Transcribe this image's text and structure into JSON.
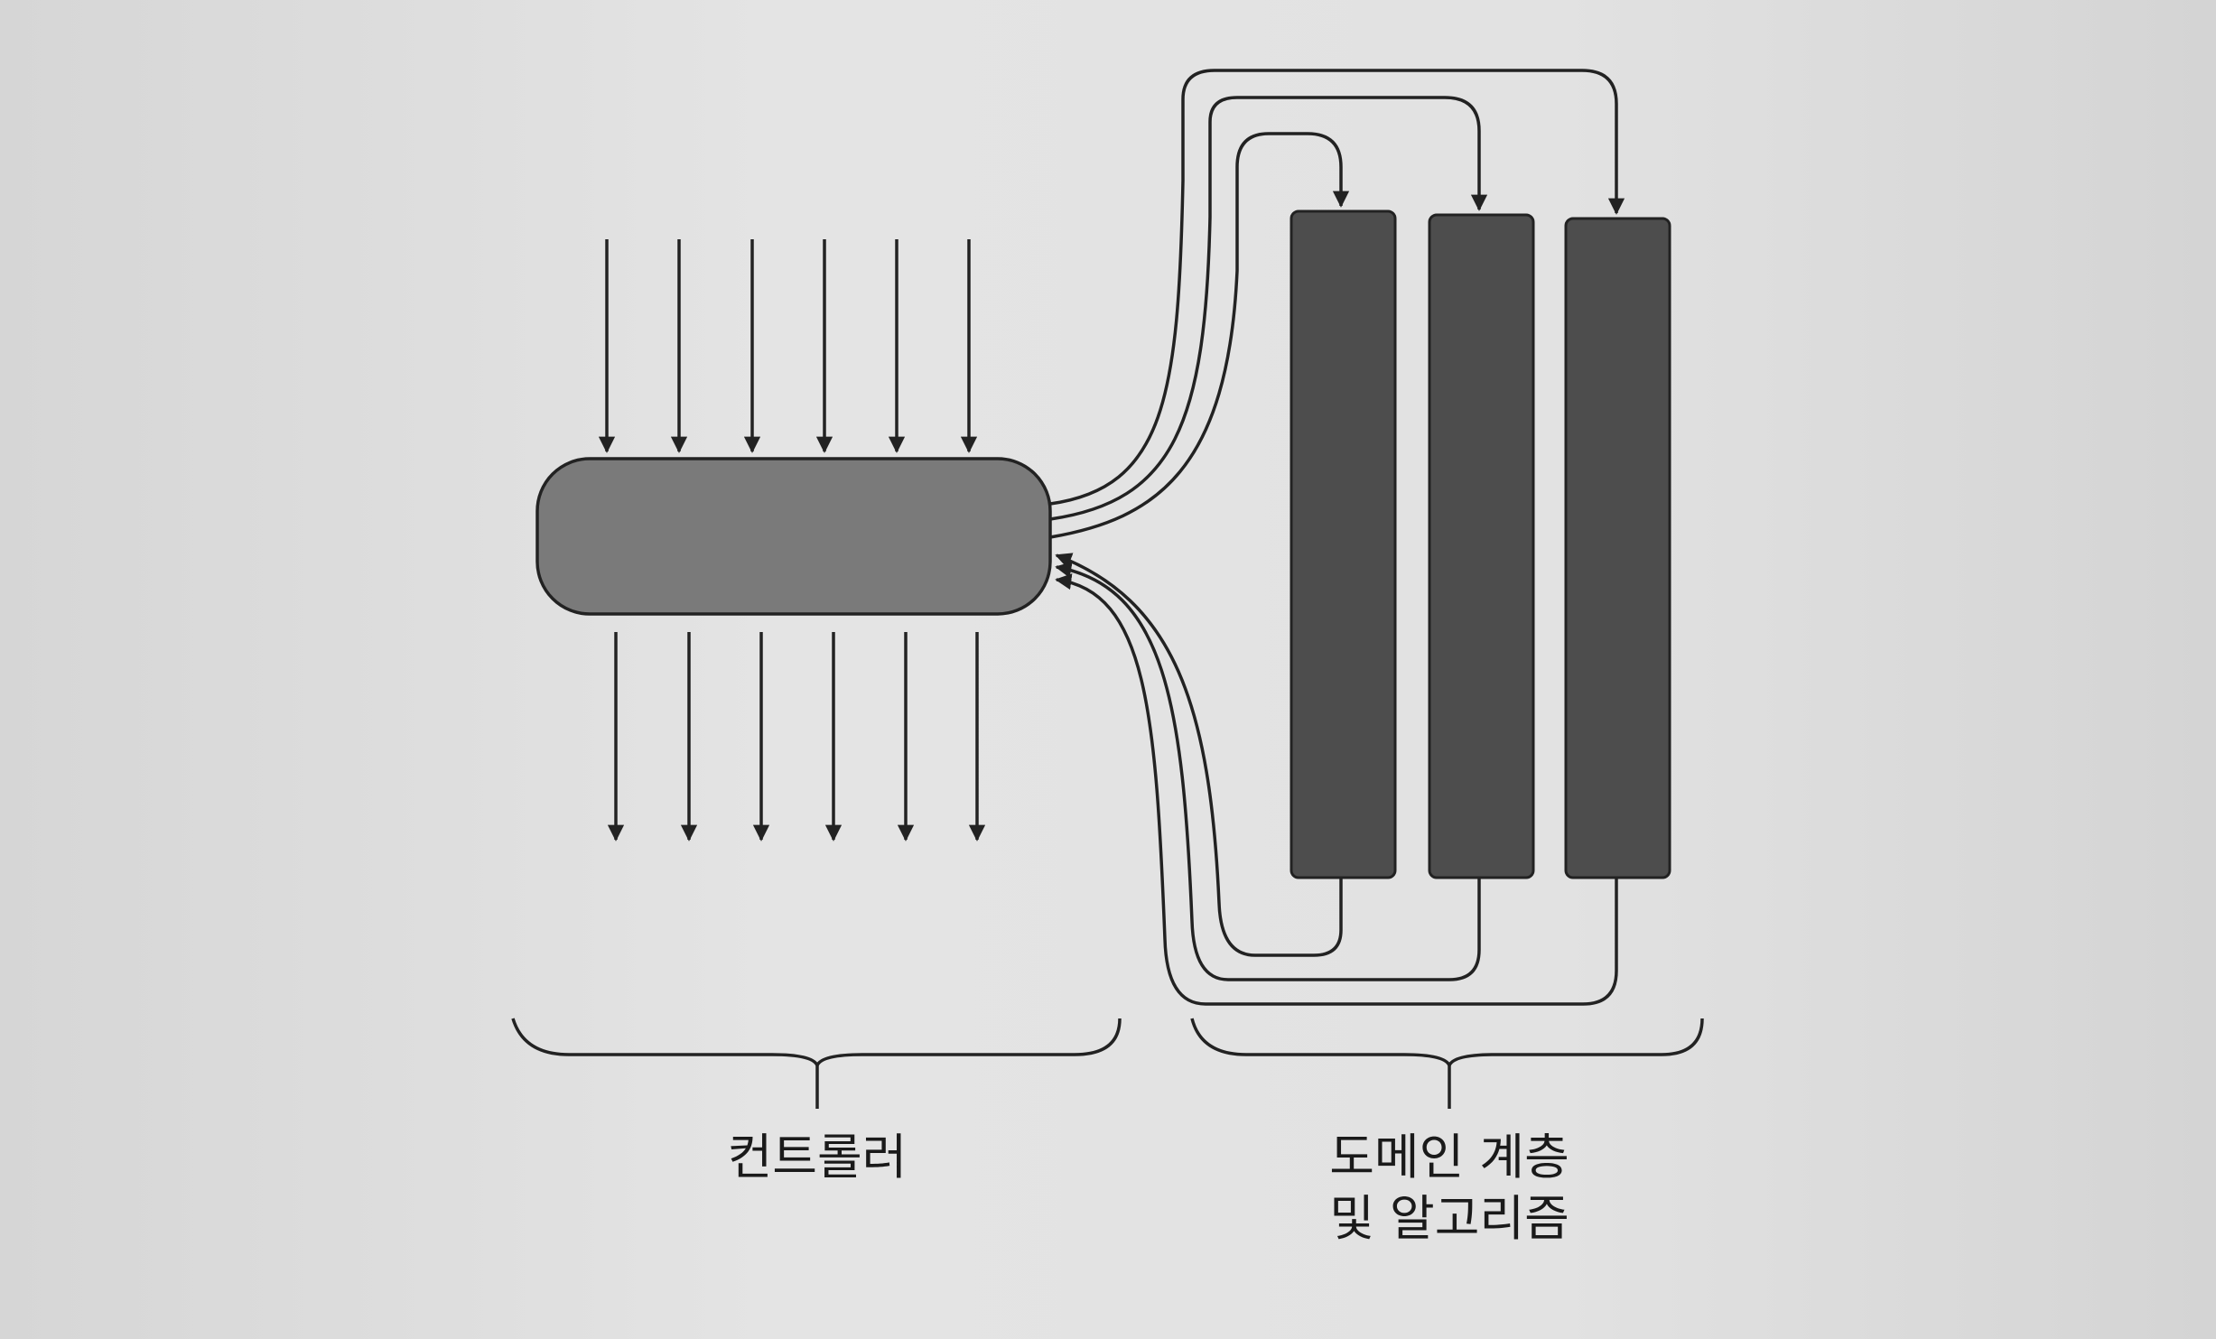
{
  "labels": {
    "controller": "컨트롤러",
    "domain_line1": "도메인 계층",
    "domain_line2": "및 알고리즘"
  },
  "colors": {
    "paper": "#e2e2e2",
    "controller_fill": "#7a7a7a",
    "domain_fill": "#4d4d4d",
    "line": "#222222"
  }
}
